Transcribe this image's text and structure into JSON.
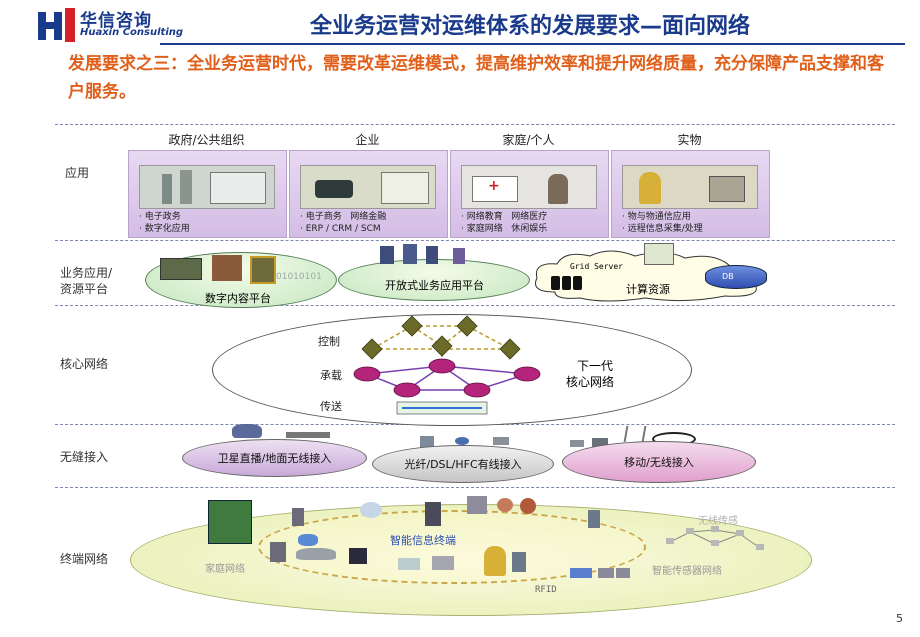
{
  "logo": {
    "cn": "华信咨询",
    "en": "Huaxin Consulting"
  },
  "title": "全业务运营对运维体系的发展要求—面向网络",
  "requirement": "发展要求之三：全业务运营时代，需要改革运维模式，提高维护效率和提升网络质量，充分保障产品支撑和客户服务。",
  "layers": {
    "app": "应用",
    "platform_l1": "业务应用/",
    "platform_l2": "资源平台",
    "core": "核心网络",
    "access": "无缝接入",
    "terminal": "终端网络"
  },
  "categories": [
    {
      "title": "政府/公共组织",
      "bullets": "· 电子政务\n· 数字化应用"
    },
    {
      "title": "企业",
      "bullets": "· 电子商务   网络金融\n· ERP / CRM / SCM"
    },
    {
      "title": "家庭/个人",
      "bullets": "· 网络教育   网络医疗\n· 家庭网络   休闲娱乐"
    },
    {
      "title": "实物",
      "bullets": "· 物与物通信应用\n· 远程信息采集/处理"
    }
  ],
  "platforms": {
    "digital": "数字内容平台",
    "binary": "01010101",
    "open": "开放式业务应用平台",
    "grid": "Grid Server",
    "compute": "计算资源",
    "db": "DB"
  },
  "core": {
    "control": "控制",
    "bearer": "承载",
    "transport": "传送",
    "ngn_l1": "下一代",
    "ngn_l2": "核心网络"
  },
  "access": {
    "satellite": "卫星直播/地面无线接入",
    "fiber": "光纤/DSL/HFC有线接入",
    "mobile": "移动/无线接入"
  },
  "terminal": {
    "smart": "智能信息终端",
    "home": "家庭网络",
    "rfid": "RFID",
    "wireless": "无线传感",
    "sensor": "智能传感器网络"
  },
  "page_number": "5",
  "colors": {
    "brand": "#1a3a8c",
    "accent": "#e0601b",
    "ellipse": "#efefc4",
    "pink": "#e6a6cf"
  }
}
